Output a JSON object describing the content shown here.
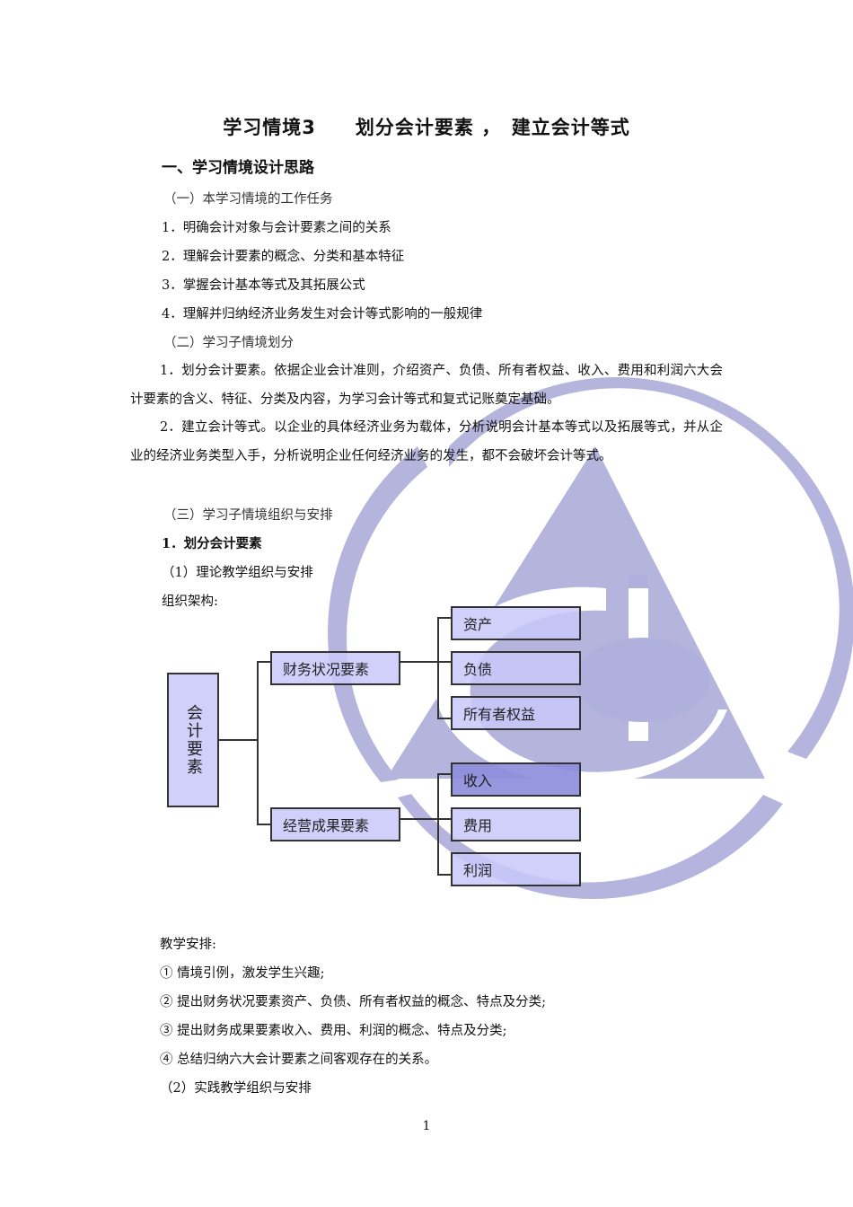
{
  "document": {
    "title": "学习情境3　　划分会计要素 ，　建立会计等式",
    "section_heading": "一、学习情境设计思路",
    "subsection_1": {
      "heading": "（一）本学习情境的工作任务",
      "items": [
        "1．明确会计对象与会计要素之间的关系",
        "2．理解会计要素的概念、分类和基本特征",
        "3．掌握会计基本等式及其拓展公式",
        "4．理解并归纳经济业务发生对会计等式影响的一般规律"
      ]
    },
    "subsection_2": {
      "heading": "（二）学习子情境划分",
      "paragraphs": [
        "1．划分会计要素。依据企业会计准则，介绍资产、负债、所有者权益、收入、费用和利润六大会计要素的含义、特征、分类及内容，为学习会计等式和复式记账奠定基础。",
        "2．建立会计等式。以企业的具体经济业务为载体，分析说明会计基本等式以及拓展等式，并从企业的经济业务类型入手，分析说明企业任何经济业务的发生，都不会破坏会计等式。"
      ]
    },
    "subsection_3": {
      "heading": "（三）学习子情境组织与安排",
      "item_heading": "1．划分会计要素",
      "part_1_heading": "（1）理论教学组织与安排",
      "org_label": "组织架构:",
      "teaching_label": "教学安排:",
      "teaching_items": [
        "①  情境引例，激发学生兴趣;",
        "②  提出财务状况要素资产、负债、所有者权益的概念、特点及分类;",
        "③  提出财务成果要素收入、费用、利润的概念、特点及分类;",
        "④  总结归纳六大会计要素之间客观存在的关系。"
      ],
      "part_2_heading": "（2）实践教学组织与安排"
    },
    "page_number": "1"
  },
  "diagram": {
    "root": "会计要素",
    "branches": [
      {
        "label": "财务状况要素",
        "children": [
          "资产",
          "负债",
          "所有者权益"
        ]
      },
      {
        "label": "经营成果要素",
        "children": [
          "收入",
          "费用",
          "利润"
        ]
      }
    ]
  },
  "colors": {
    "box_fill": "#c8c8fa",
    "box_dark": "#8c8cdc",
    "watermark": "#b0b0dc",
    "border": "#333333"
  }
}
